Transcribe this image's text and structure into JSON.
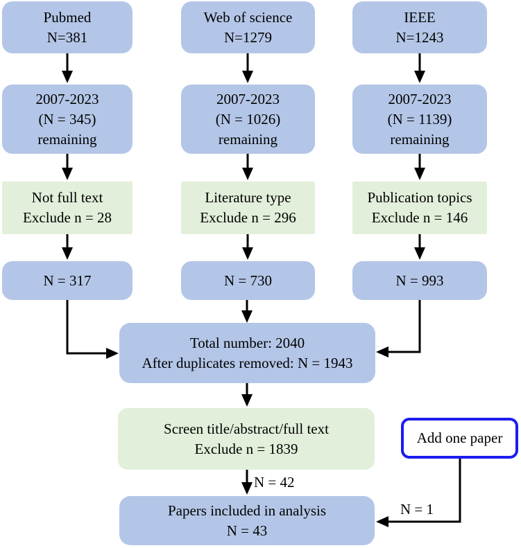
{
  "colors": {
    "box_blue": "#b4c6e7",
    "box_green": "#e2efda",
    "outline_blue": "#1c1cf0",
    "arrow_black": "#000000",
    "background": "#ffffff"
  },
  "columns": [
    {
      "source": {
        "line1": "Pubmed",
        "line2": "N=381"
      },
      "period": {
        "line1": "2007-2023",
        "line2": "(N = 345)",
        "line3": "remaining"
      },
      "exclusion": {
        "line1": "Not full text",
        "line2": "Exclude n = 28"
      },
      "result": "N = 317"
    },
    {
      "source": {
        "line1": "Web of science",
        "line2": "N=1279"
      },
      "period": {
        "line1": "2007-2023",
        "line2": "(N = 1026)",
        "line3": "remaining"
      },
      "exclusion": {
        "line1": "Literature type",
        "line2": "Exclude n = 296"
      },
      "result": "N = 730"
    },
    {
      "source": {
        "line1": "IEEE",
        "line2": "N=1243"
      },
      "period": {
        "line1": "2007-2023",
        "line2": "(N = 1139)",
        "line3": "remaining"
      },
      "exclusion": {
        "line1": "Publication topics",
        "line2": "Exclude n = 146"
      },
      "result": "N = 993"
    }
  ],
  "merge": {
    "line1": "Total number: 2040",
    "line2": "After duplicates removed: N = 1943"
  },
  "screening": {
    "line1": "Screen title/abstract/full text",
    "line2": "Exclude n = 1839",
    "result_label": "N = 42"
  },
  "final": {
    "line1": "Papers included in analysis",
    "line2": "N = 43"
  },
  "addition": {
    "label": "Add one paper",
    "count_label": "N = 1"
  }
}
